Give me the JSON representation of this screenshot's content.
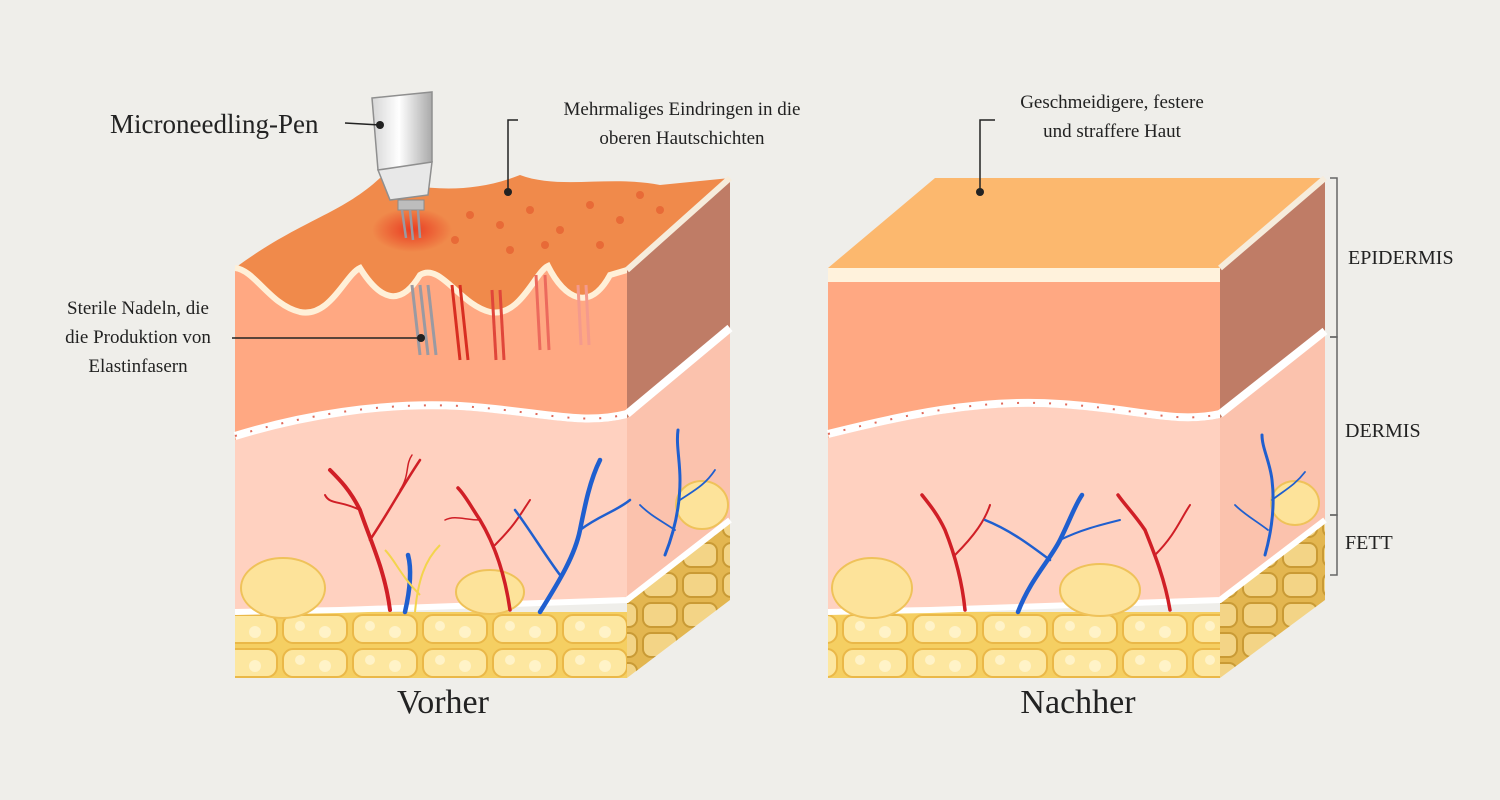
{
  "labels": {
    "pen": "Microneedling-Pen",
    "penetration_line1": "Mehrmaliges Eindringen in die",
    "penetration_line2": "oberen Hautschichten",
    "needles_line1": "Sterile Nadeln, die",
    "needles_line2": "die Produktion von",
    "needles_line3": "Elastinfasern",
    "result_line1": "Geschmeidigere, festere",
    "result_line2": "und straffere Haut",
    "before": "Vorher",
    "after": "Nachher"
  },
  "layers": {
    "epidermis": "EPIDERMIS",
    "dermis": "DERMIS",
    "fat": "FETT"
  },
  "colors": {
    "background": "#efeeea",
    "epidermis_top": "#f08a4b",
    "epidermis_front": "#ffa882",
    "epidermis_side": "#bf7c66",
    "dermis_front": "#ffd1c0",
    "dermis_side": "#fbc2ad",
    "fat": "#fbe08a",
    "smooth_top": "#fcb86e",
    "artery": "#d01f26",
    "vein": "#1f5fcf"
  }
}
